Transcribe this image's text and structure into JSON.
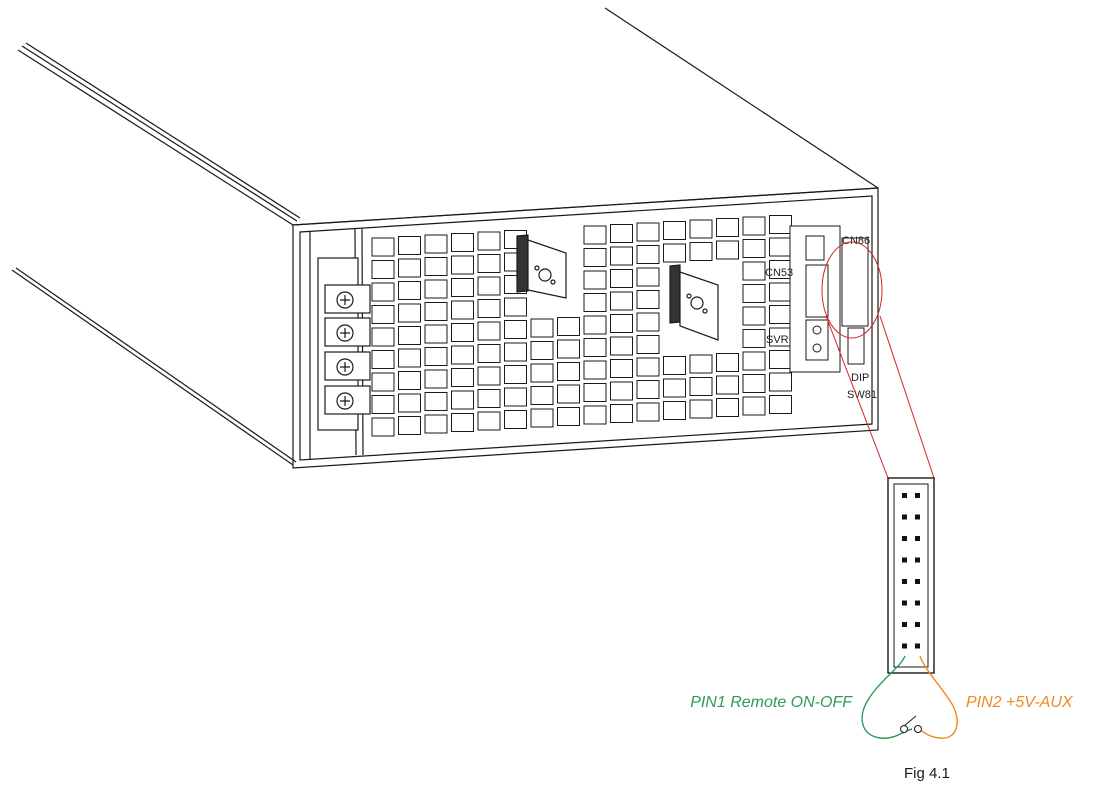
{
  "connector_labels": {
    "cn86": "CN86",
    "cn53": "CN53",
    "svr": "SVR",
    "dip": "DIP",
    "sw81": "SW81"
  },
  "pin_labels": {
    "pin1": "PIN1 Remote ON-OFF",
    "pin2": "PIN2 +5V-AUX"
  },
  "caption": "Fig 4.1",
  "colors": {
    "outline": "#1a1a1a",
    "highlight": "#d2232a",
    "pin1_wire": "#2e9a57",
    "pin2_wire": "#f08a24"
  },
  "connector_pin_rows": 8,
  "connector_pin_cols": 2,
  "terminal_count": 4
}
